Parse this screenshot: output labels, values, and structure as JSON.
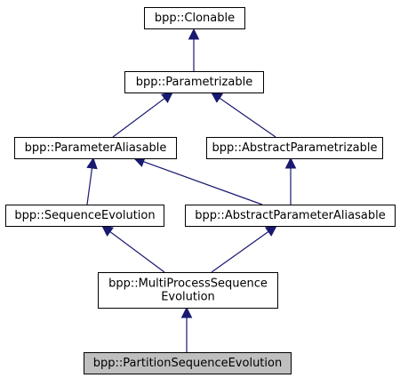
{
  "diagram": {
    "nodes": [
      {
        "id": "clonable",
        "lines": [
          "bpp::Clonable"
        ]
      },
      {
        "id": "parametrizable",
        "lines": [
          "bpp::Parametrizable"
        ]
      },
      {
        "id": "parameter_aliasable",
        "lines": [
          "bpp::ParameterAliasable"
        ]
      },
      {
        "id": "abstract_parametrizable",
        "lines": [
          "bpp::AbstractParametrizable"
        ]
      },
      {
        "id": "sequence_evolution",
        "lines": [
          "bpp::SequenceEvolution"
        ]
      },
      {
        "id": "abstract_parameter_aliasable",
        "lines": [
          "bpp::AbstractParameterAliasable"
        ]
      },
      {
        "id": "multi_process_sequence_evolution",
        "lines": [
          "bpp::MultiProcessSequence",
          "Evolution"
        ]
      },
      {
        "id": "partition_sequence_evolution",
        "lines": [
          "bpp::PartitionSequenceEvolution"
        ],
        "highlighted": true
      }
    ],
    "edges": [
      {
        "from": "parametrizable",
        "to": "clonable"
      },
      {
        "from": "parameter_aliasable",
        "to": "parametrizable"
      },
      {
        "from": "abstract_parametrizable",
        "to": "parametrizable"
      },
      {
        "from": "sequence_evolution",
        "to": "parameter_aliasable"
      },
      {
        "from": "abstract_parameter_aliasable",
        "to": "parameter_aliasable"
      },
      {
        "from": "abstract_parameter_aliasable",
        "to": "abstract_parametrizable"
      },
      {
        "from": "multi_process_sequence_evolution",
        "to": "sequence_evolution"
      },
      {
        "from": "multi_process_sequence_evolution",
        "to": "abstract_parameter_aliasable"
      },
      {
        "from": "partition_sequence_evolution",
        "to": "multi_process_sequence_evolution"
      }
    ],
    "colors": {
      "edge": "#191970",
      "highlight_fill": "#bfbfbf",
      "node_border": "#000000"
    }
  }
}
